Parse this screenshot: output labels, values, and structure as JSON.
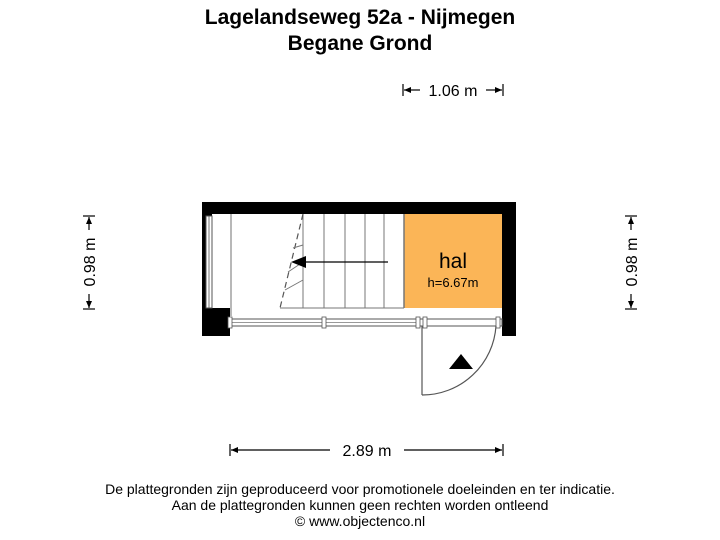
{
  "header": {
    "address": "Lagelandseweg 52a - Nijmegen",
    "floor": "Begane Grond"
  },
  "dimensions": {
    "top_width": "1.06 m",
    "left_height": "0.98 m",
    "right_height": "0.98 m",
    "bottom_width": "2.89 m"
  },
  "rooms": [
    {
      "name": "hal",
      "height_label": "h=6.67m",
      "fill": "#fbb557"
    }
  ],
  "colors": {
    "walls": "#000000",
    "room_fill": "#fbb557",
    "lines": "#555555"
  },
  "footer": {
    "line1": "De plattegronden zijn geproduceerd voor promotionele doeleinden en ter indicatie.",
    "line2": "Aan de plattegronden kunnen geen rechten worden ontleend",
    "line3": "© www.objectenco.nl"
  }
}
